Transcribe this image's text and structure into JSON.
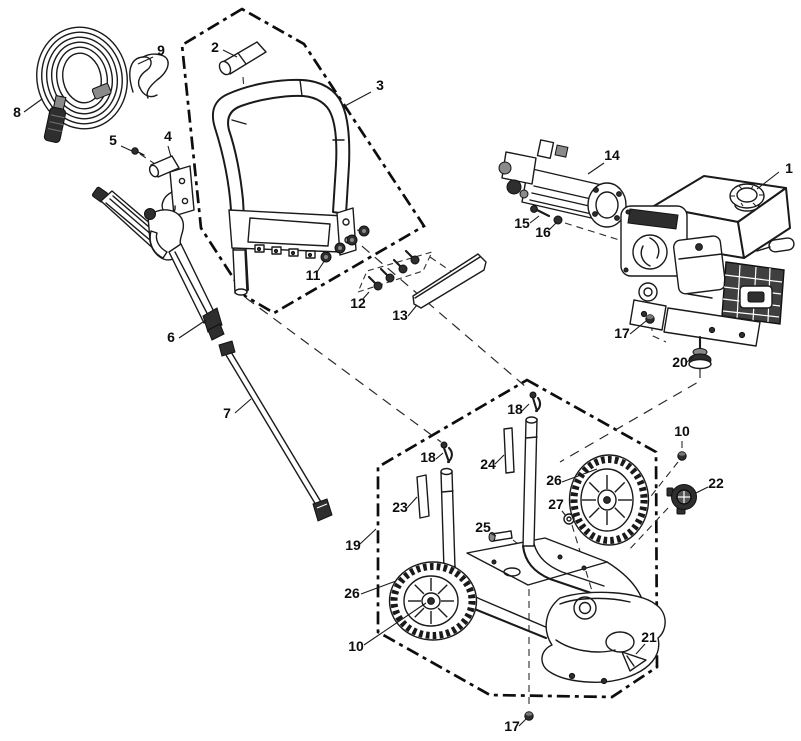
{
  "figure": {
    "type": "exploded-parts-diagram",
    "subject": "gas pressure washer",
    "background_color": "#ffffff",
    "line_color": "#1a1a1a",
    "callout_font_color": "#0d0d0d"
  },
  "callouts": {
    "1": "1",
    "2": "2",
    "3": "3",
    "4": "4",
    "5": "5",
    "6": "6",
    "7": "7",
    "8": "8",
    "9": "9",
    "10": "10",
    "11": "11",
    "12": "12",
    "13": "13",
    "14": "14",
    "15": "15",
    "16": "16",
    "17": "17",
    "18": "18",
    "19": "19",
    "20": "20",
    "21": "21",
    "22": "22",
    "23": "23",
    "24": "24",
    "25": "25",
    "26": "26",
    "27": "27"
  }
}
